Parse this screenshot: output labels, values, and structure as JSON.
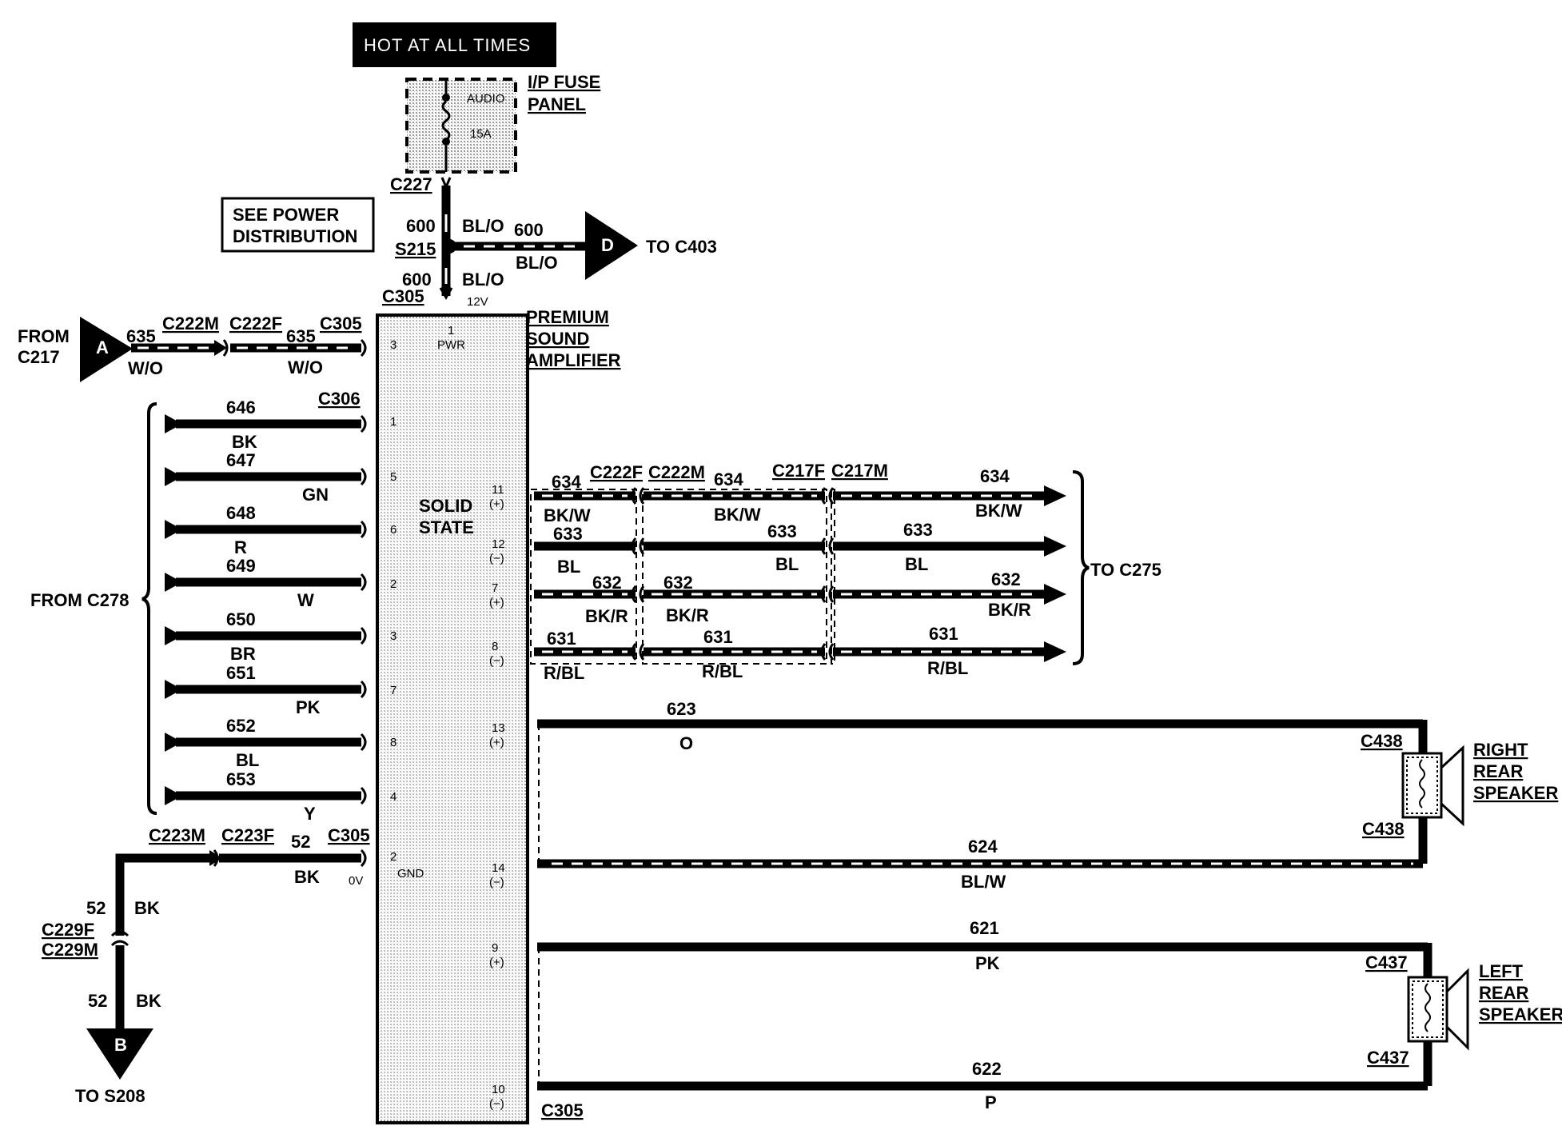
{
  "header": {
    "hot": "HOT AT ALL TIMES",
    "fuse_panel": [
      "I/P FUSE",
      "PANEL"
    ],
    "fuse_name": "AUDIO",
    "fuse_rating": "15A",
    "see_power": [
      "SEE POWER",
      "DISTRIBUTION"
    ],
    "amp_title": [
      "PREMIUM",
      "SOUND",
      "AMPLIFIER"
    ],
    "amp_body": [
      "SOLID",
      "STATE"
    ],
    "v12": "12V",
    "pwr": "PWR",
    "gnd": "GND",
    "v0": "0V"
  },
  "connectors": {
    "c227": "C227",
    "s215": "S215",
    "c305": "C305",
    "c222m": "C222M",
    "c222f": "C222F",
    "c306": "C306",
    "c223m": "C223M",
    "c223f": "C223F",
    "c229f": "C229F",
    "c229m": "C229M",
    "c217f": "C217F",
    "c217m": "C217M",
    "c438": "C438",
    "c437": "C437"
  },
  "offpage": {
    "a_letter": "A",
    "a_from": [
      "FROM",
      "C217"
    ],
    "b_letter": "B",
    "b_to": "TO S208",
    "d_letter": "D",
    "d_to": "TO C403",
    "c278": "FROM C278",
    "c275": "TO C275"
  },
  "wires": {
    "pwr_num": "600",
    "pwr_color": "BL/O",
    "w635": "635",
    "w635_color": "W/O",
    "left_inputs": [
      {
        "num": "646",
        "color": "BK"
      },
      {
        "num": "647",
        "color": "GN"
      },
      {
        "num": "648",
        "color": "R"
      },
      {
        "num": "649",
        "color": "W"
      },
      {
        "num": "650",
        "color": "BR"
      },
      {
        "num": "651",
        "color": "PK"
      },
      {
        "num": "652",
        "color": "BL"
      },
      {
        "num": "653",
        "color": "Y"
      }
    ],
    "gnd_num": "52",
    "gnd_color": "BK",
    "right_outputs": [
      {
        "num": "634",
        "color": "BK/W"
      },
      {
        "num": "633",
        "color": "BL"
      },
      {
        "num": "632",
        "color": "BK/R"
      },
      {
        "num": "631",
        "color": "R/BL"
      }
    ],
    "speakers": [
      {
        "num": "623",
        "color": "O"
      },
      {
        "num": "624",
        "color": "BL/W"
      },
      {
        "num": "621",
        "color": "PK"
      },
      {
        "num": "622",
        "color": "P"
      }
    ]
  },
  "pins": {
    "left": [
      "3",
      "1",
      "5",
      "6",
      "2",
      "3",
      "7",
      "8",
      "4",
      "2"
    ],
    "top": "1",
    "right": [
      {
        "num": "11",
        "pol": "(+)"
      },
      {
        "num": "12",
        "pol": "(−)"
      },
      {
        "num": "7",
        "pol": "(+)"
      },
      {
        "num": "8",
        "pol": "(−)"
      },
      {
        "num": "13",
        "pol": "(+)"
      },
      {
        "num": "14",
        "pol": "(−)"
      },
      {
        "num": "9",
        "pol": "(+)"
      },
      {
        "num": "10",
        "pol": "(−)"
      }
    ]
  },
  "speakers": {
    "right": [
      "RIGHT",
      "REAR",
      "SPEAKER"
    ],
    "left": [
      "LEFT",
      "REAR",
      "SPEAKER"
    ]
  }
}
